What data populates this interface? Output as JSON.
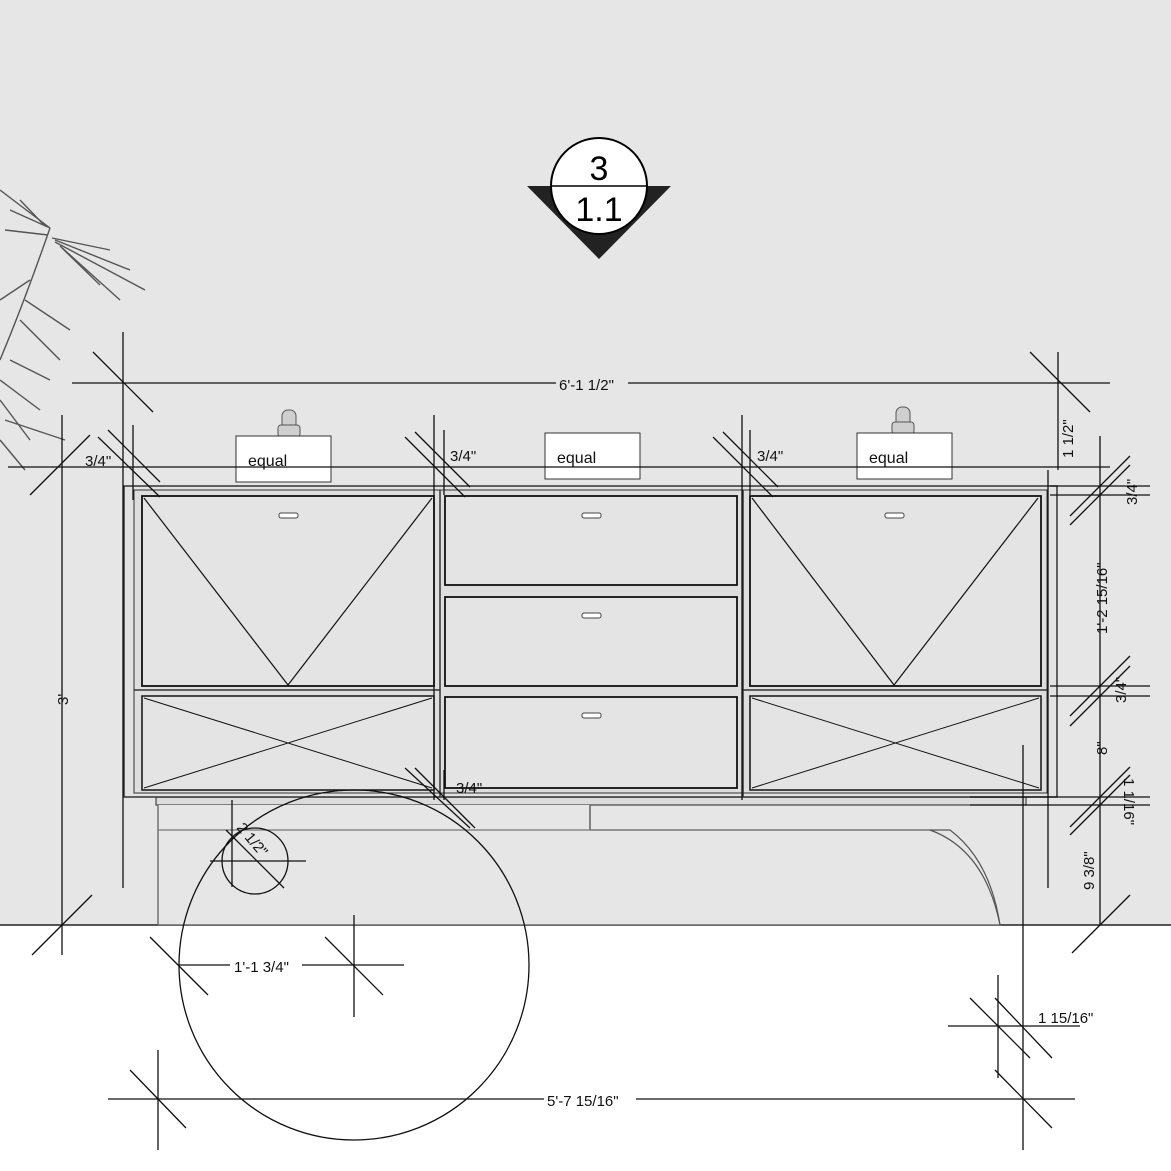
{
  "colors": {
    "wall": "#e6e6e6",
    "floor": "#ffffff",
    "ink": "#111111",
    "cabinet": "#e2e2e2",
    "panel": "#e4e4e4"
  },
  "section_tag": {
    "number": "3",
    "sheet": "1.1"
  },
  "labels": {
    "equal_left": "equal",
    "equal_center": "equal",
    "equal_right": "equal"
  },
  "dims": {
    "overall_width": "6'-1 1/2\"",
    "top_left_34": "3/4\"",
    "top_mid_34": "3/4\"",
    "top_right_34": "3/4\"",
    "top_1_12": "1 1/2\"",
    "side_34_top": "3/4\"",
    "side_1_2_15_16": "1'-2 15/16\"",
    "side_34_mid": "3/4\"",
    "side_8": "8\"",
    "side_1_1_16": "1 1/16\"",
    "side_9_38": "9 3/8\"",
    "height_3": "3'",
    "bottom_center_34": "3/4\"",
    "radius_2_12": "2 1/2\"",
    "radius_1_1_34": "1'-1 3/4\"",
    "leg_1_15_16": "1 15/16\"",
    "base_width": "5'-7 15/16\""
  },
  "icons": [
    "plant-icon",
    "faucet-icon",
    "section-marker-icon",
    "drawer-pull-icon"
  ]
}
